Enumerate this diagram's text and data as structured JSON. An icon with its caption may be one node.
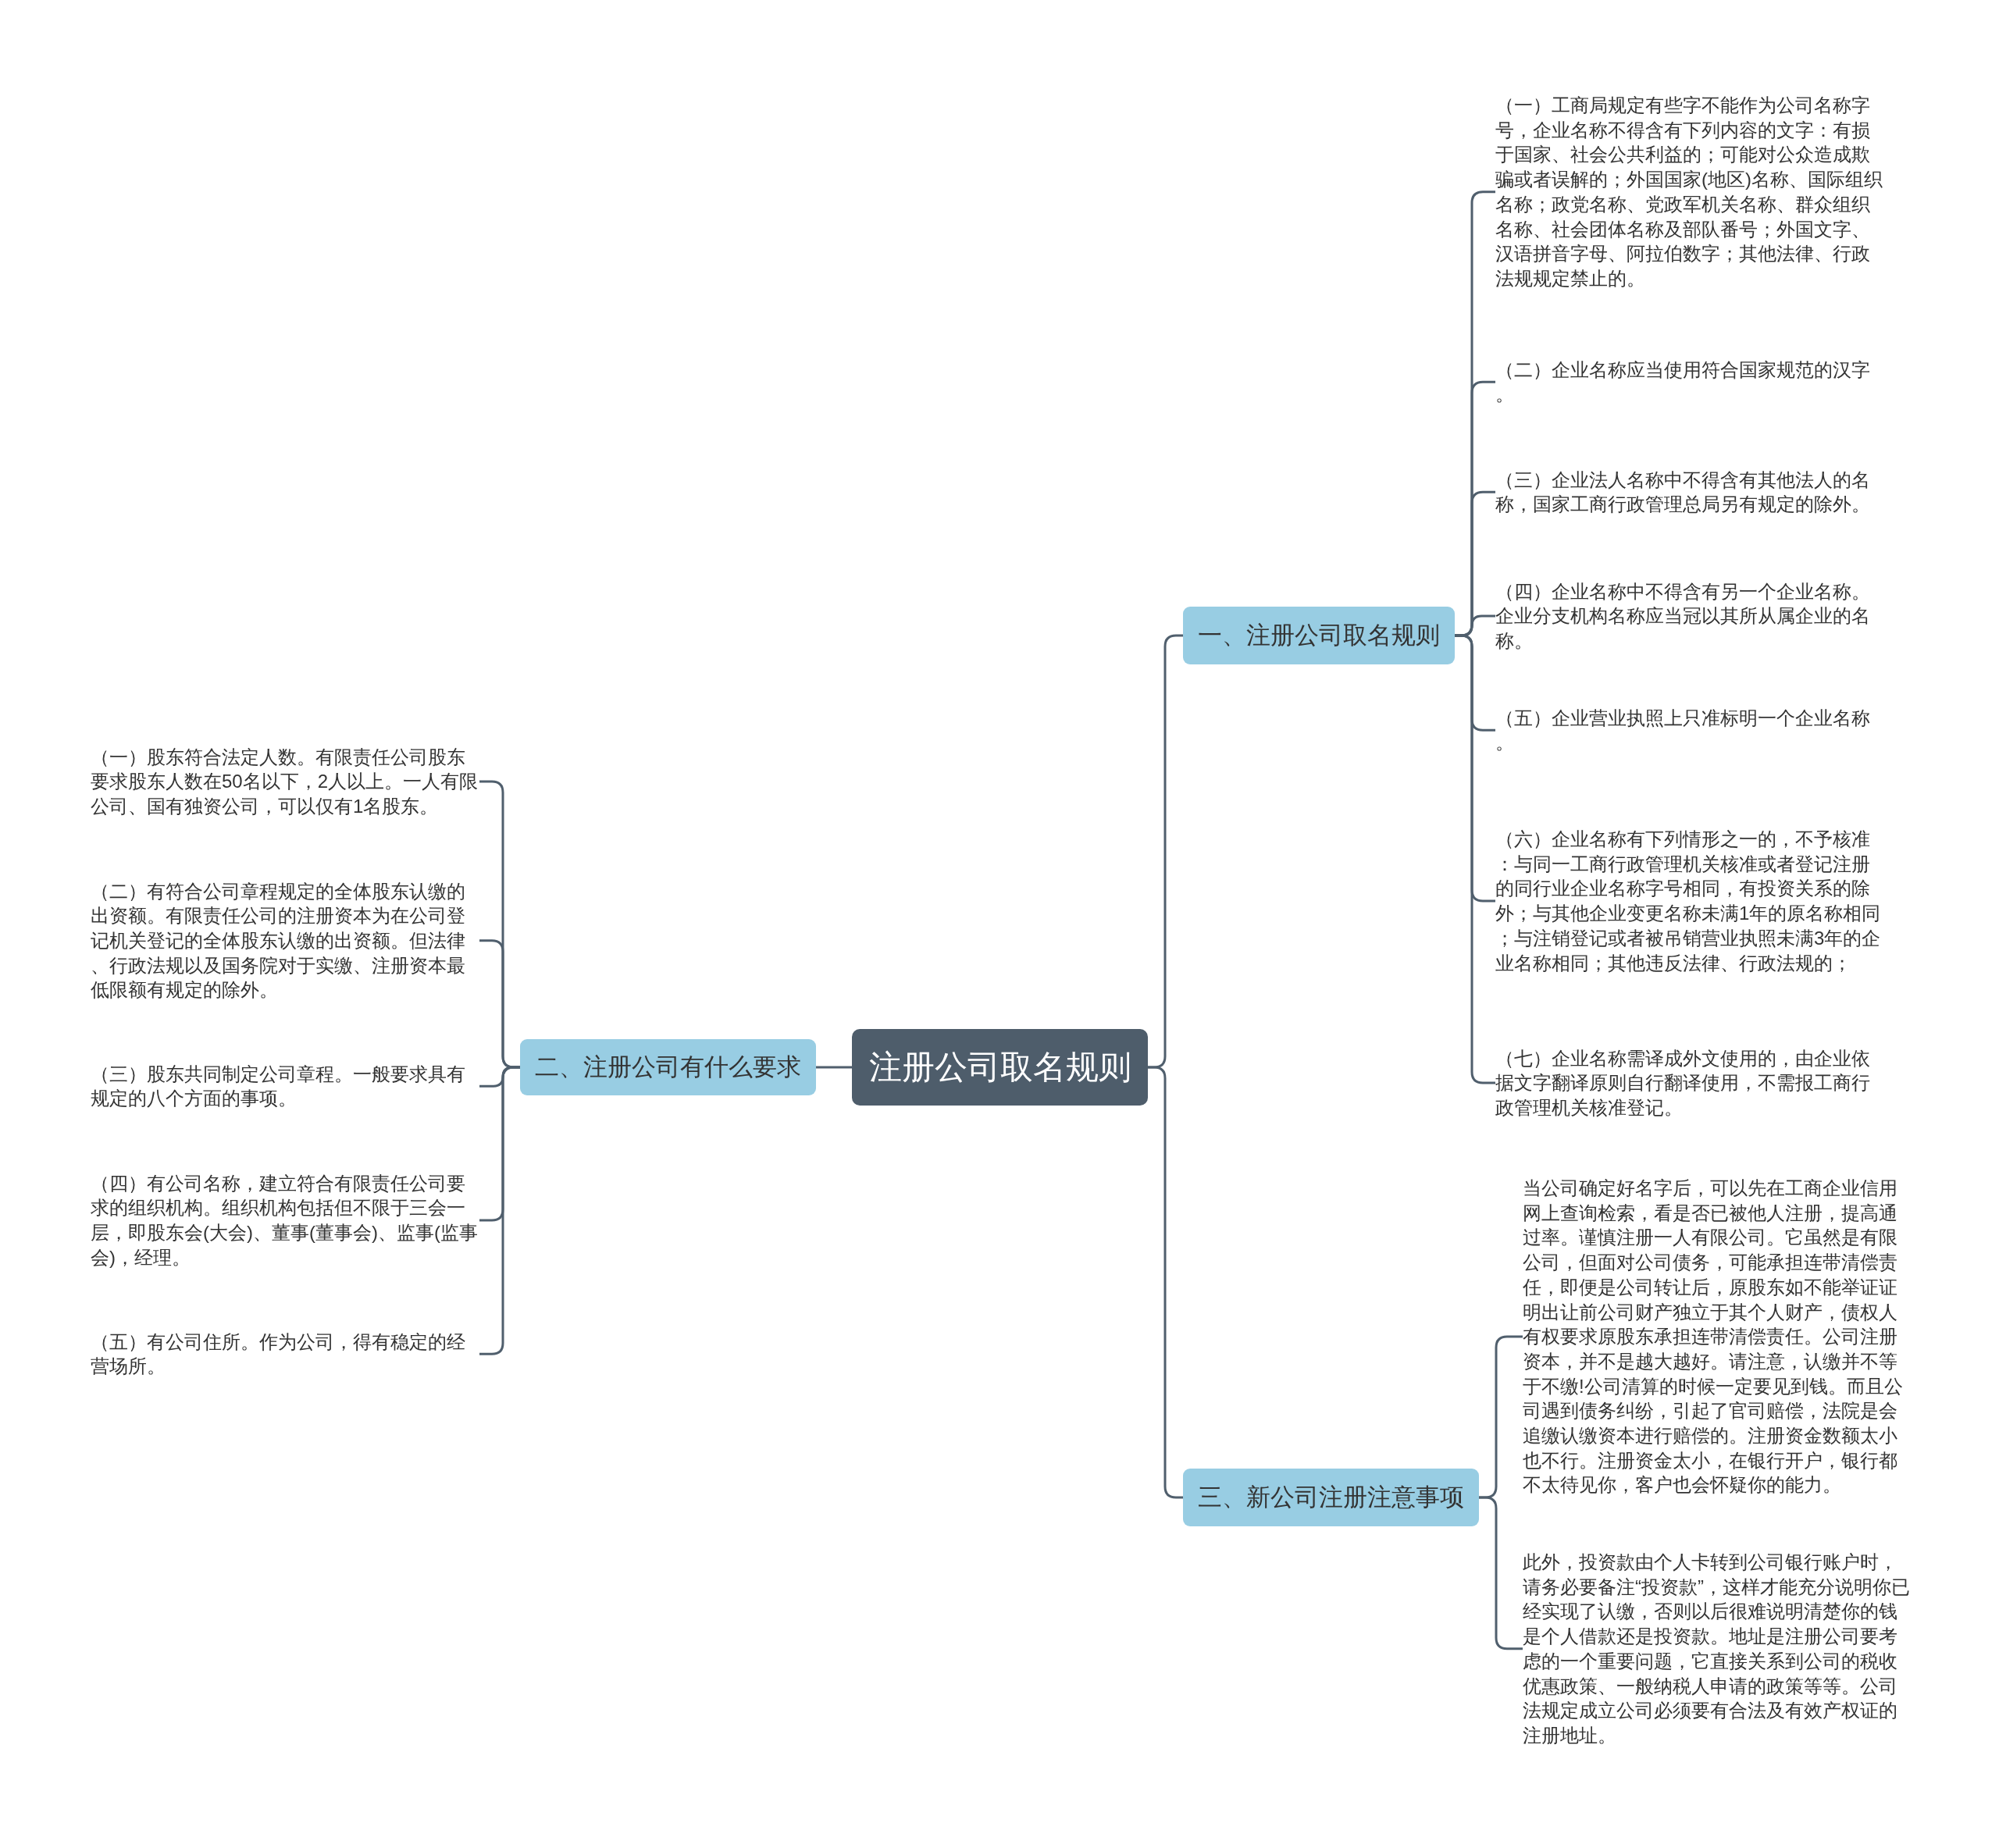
{
  "diagram": {
    "nodes": [
      {
        "text": [
          "注册公司取名规则"
        ]
      },
      {
        "text": [
          "一、注册公司取名规则"
        ]
      },
      {
        "text": [
          "（一）工商局规定有些字不能作为公司名称字号，企业名称不得含有下列内容的文字：有损于国家、社会公共利益的；可能对公众造成欺骗或者误解的；外国国家(地区)名称、国际组织名称；政党名称、党政军机关名称、群众组织名称、社会团体名称及部队番号；外国文字、汉语拼音字母、阿拉伯数字；其他法律、行政法规规定禁止的。"
        ]
      },
      {
        "text": [
          "（二）企业名称应当使用符合国家规范的汉字。"
        ]
      },
      {
        "text": [
          "（三）企业法人名称中不得含有其他法人的名称，国家工商行政管理总局另有规定的除外。"
        ]
      },
      {
        "text": [
          "（四）企业名称中不得含有另一个企业名称。企业分支机构名称应当冠以其所从属企业的名称。"
        ]
      },
      {
        "text": [
          "（五）企业营业执照上只准标明一个企业名称。"
        ]
      },
      {
        "text": [
          "（六）企业名称有下列情形之一的，不予核准：与同一工商行政管理机关核准或者登记注册的同行业企业名称字号相同，有投资关系的除外；与其他企业变更名称未满1年的原名称相同；与注销登记或者被吊销营业执照未满3年的企业名称相同；其他违反法律、行政法规的；"
        ]
      },
      {
        "text": [
          "（七）企业名称需译成外文使用的，由企业依据文字翻译原则自行翻译使用，不需报工商行政管理机关核准登记。"
        ]
      },
      {
        "text": [
          "二、注册公司有什么要求"
        ]
      },
      {
        "text": [
          "（一）股东符合法定人数。有限责任公司股东要求股东人数在50名以下，2人以上。一人有限公司、国有独资公司，可以仅有1名股东。"
        ]
      },
      {
        "text": [
          "（二）有符合公司章程规定的全体股东认缴的出资额。有限责任公司的注册资本为在公司登记机关登记的全体股东认缴的出资额。但法律、行政法规以及国务院对于实缴、注册资本最低限额有规定的除外。"
        ]
      },
      {
        "text": [
          "（三）股东共同制定公司章程。一般要求具有规定的八个方面的事项。"
        ]
      },
      {
        "text": [
          "（四）有公司名称，建立符合有限责任公司要求的组织机构。组织机构包括但不限于三会一层，即股东会(大会)、董事(董事会)、监事(监事会)，经理。"
        ]
      },
      {
        "text": [
          "（五）有公司住所。作为公司，得有稳定的经营场所。"
        ]
      },
      {
        "text": [
          "三、新公司注册注意事项"
        ]
      },
      {
        "text": [
          "当公司确定好名字后，可以先在工商企业信用网上查询检索，看是否已被他人注册，提高通过率。谨慎注册一人有限公司。它虽然是有限公司，但面对公司债务，可能承担连带清偿责任，即便是公司转让后，原股东如不能举证证明出让前公司财产独立于其个人财产，债权人有权要求原股东承担连带清偿责任。公司注册资本，并不是越大越好。请注意，认缴并不等于不缴!公司清算的时候一定要见到钱。而且公司遇到债务纠纷，引起了官司赔偿，法院是会追缴认缴资本进行赔偿的。注册资金数额太小也不行。注册资金太小，在银行开户，银行都不太待见你，客户也会怀疑你的能力。"
        ]
      },
      {
        "text": [
          "此外，投资款由个人卡转到公司银行账户时，请务必要备注“投资款”，这样才能充分说明你已经实现了认缴，否则以后很难说明清楚你的钱是个人借款还是投资款。地址是注册公司要考虑的一个重要问题，它直接关系到公司的税收优惠政策、一般纳税人申请的政策等等。公司法规定成立公司必须要有合法及有效产权证的注册地址。"
        ]
      }
    ],
    "edges": [
      {
        "from": 0,
        "to": 1,
        "arrow": "none"
      },
      {
        "from": 1,
        "to": 2,
        "arrow": "none"
      },
      {
        "from": 1,
        "to": 3,
        "arrow": "none"
      },
      {
        "from": 1,
        "to": 4,
        "arrow": "none"
      },
      {
        "from": 1,
        "to": 5,
        "arrow": "none"
      },
      {
        "from": 1,
        "to": 6,
        "arrow": "none"
      },
      {
        "from": 1,
        "to": 7,
        "arrow": "none"
      },
      {
        "from": 1,
        "to": 8,
        "arrow": "none"
      },
      {
        "from": 0,
        "to": 9,
        "arrow": "none"
      },
      {
        "from": 9,
        "to": 10,
        "arrow": "none"
      },
      {
        "from": 9,
        "to": 11,
        "arrow": "none"
      },
      {
        "from": 9,
        "to": 12,
        "arrow": "none"
      },
      {
        "from": 9,
        "to": 13,
        "arrow": "none"
      },
      {
        "from": 9,
        "to": 14,
        "arrow": "none"
      },
      {
        "from": 0,
        "to": 15,
        "arrow": "none"
      },
      {
        "from": 15,
        "to": 16,
        "arrow": "none"
      },
      {
        "from": 15,
        "to": 17,
        "arrow": "none"
      }
    ]
  }
}
